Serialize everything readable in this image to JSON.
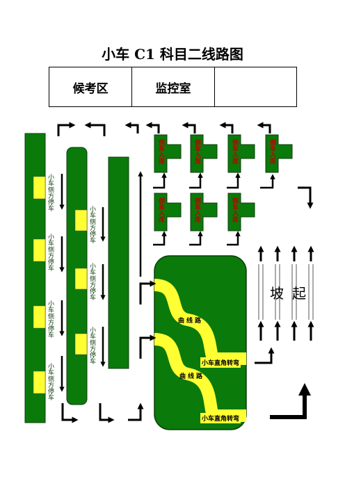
{
  "title": "小车 C1 科目二线路图",
  "header": {
    "waiting_area": "候考区",
    "monitor_room": "监控室",
    "blank_cell": ""
  },
  "parking_labels": {
    "side_parking": "小车侧方停车"
  },
  "garage": {
    "reverse_park": "倒车入库"
  },
  "curve": {
    "label": "曲线路"
  },
  "right_angle_turn": {
    "label": "小车直角转弯"
  },
  "slope": {
    "label": "坡起"
  },
  "colors": {
    "green": "#0a7a0a",
    "yellow": "#ffff33",
    "black": "#000000",
    "border": "#0d3d0d"
  }
}
